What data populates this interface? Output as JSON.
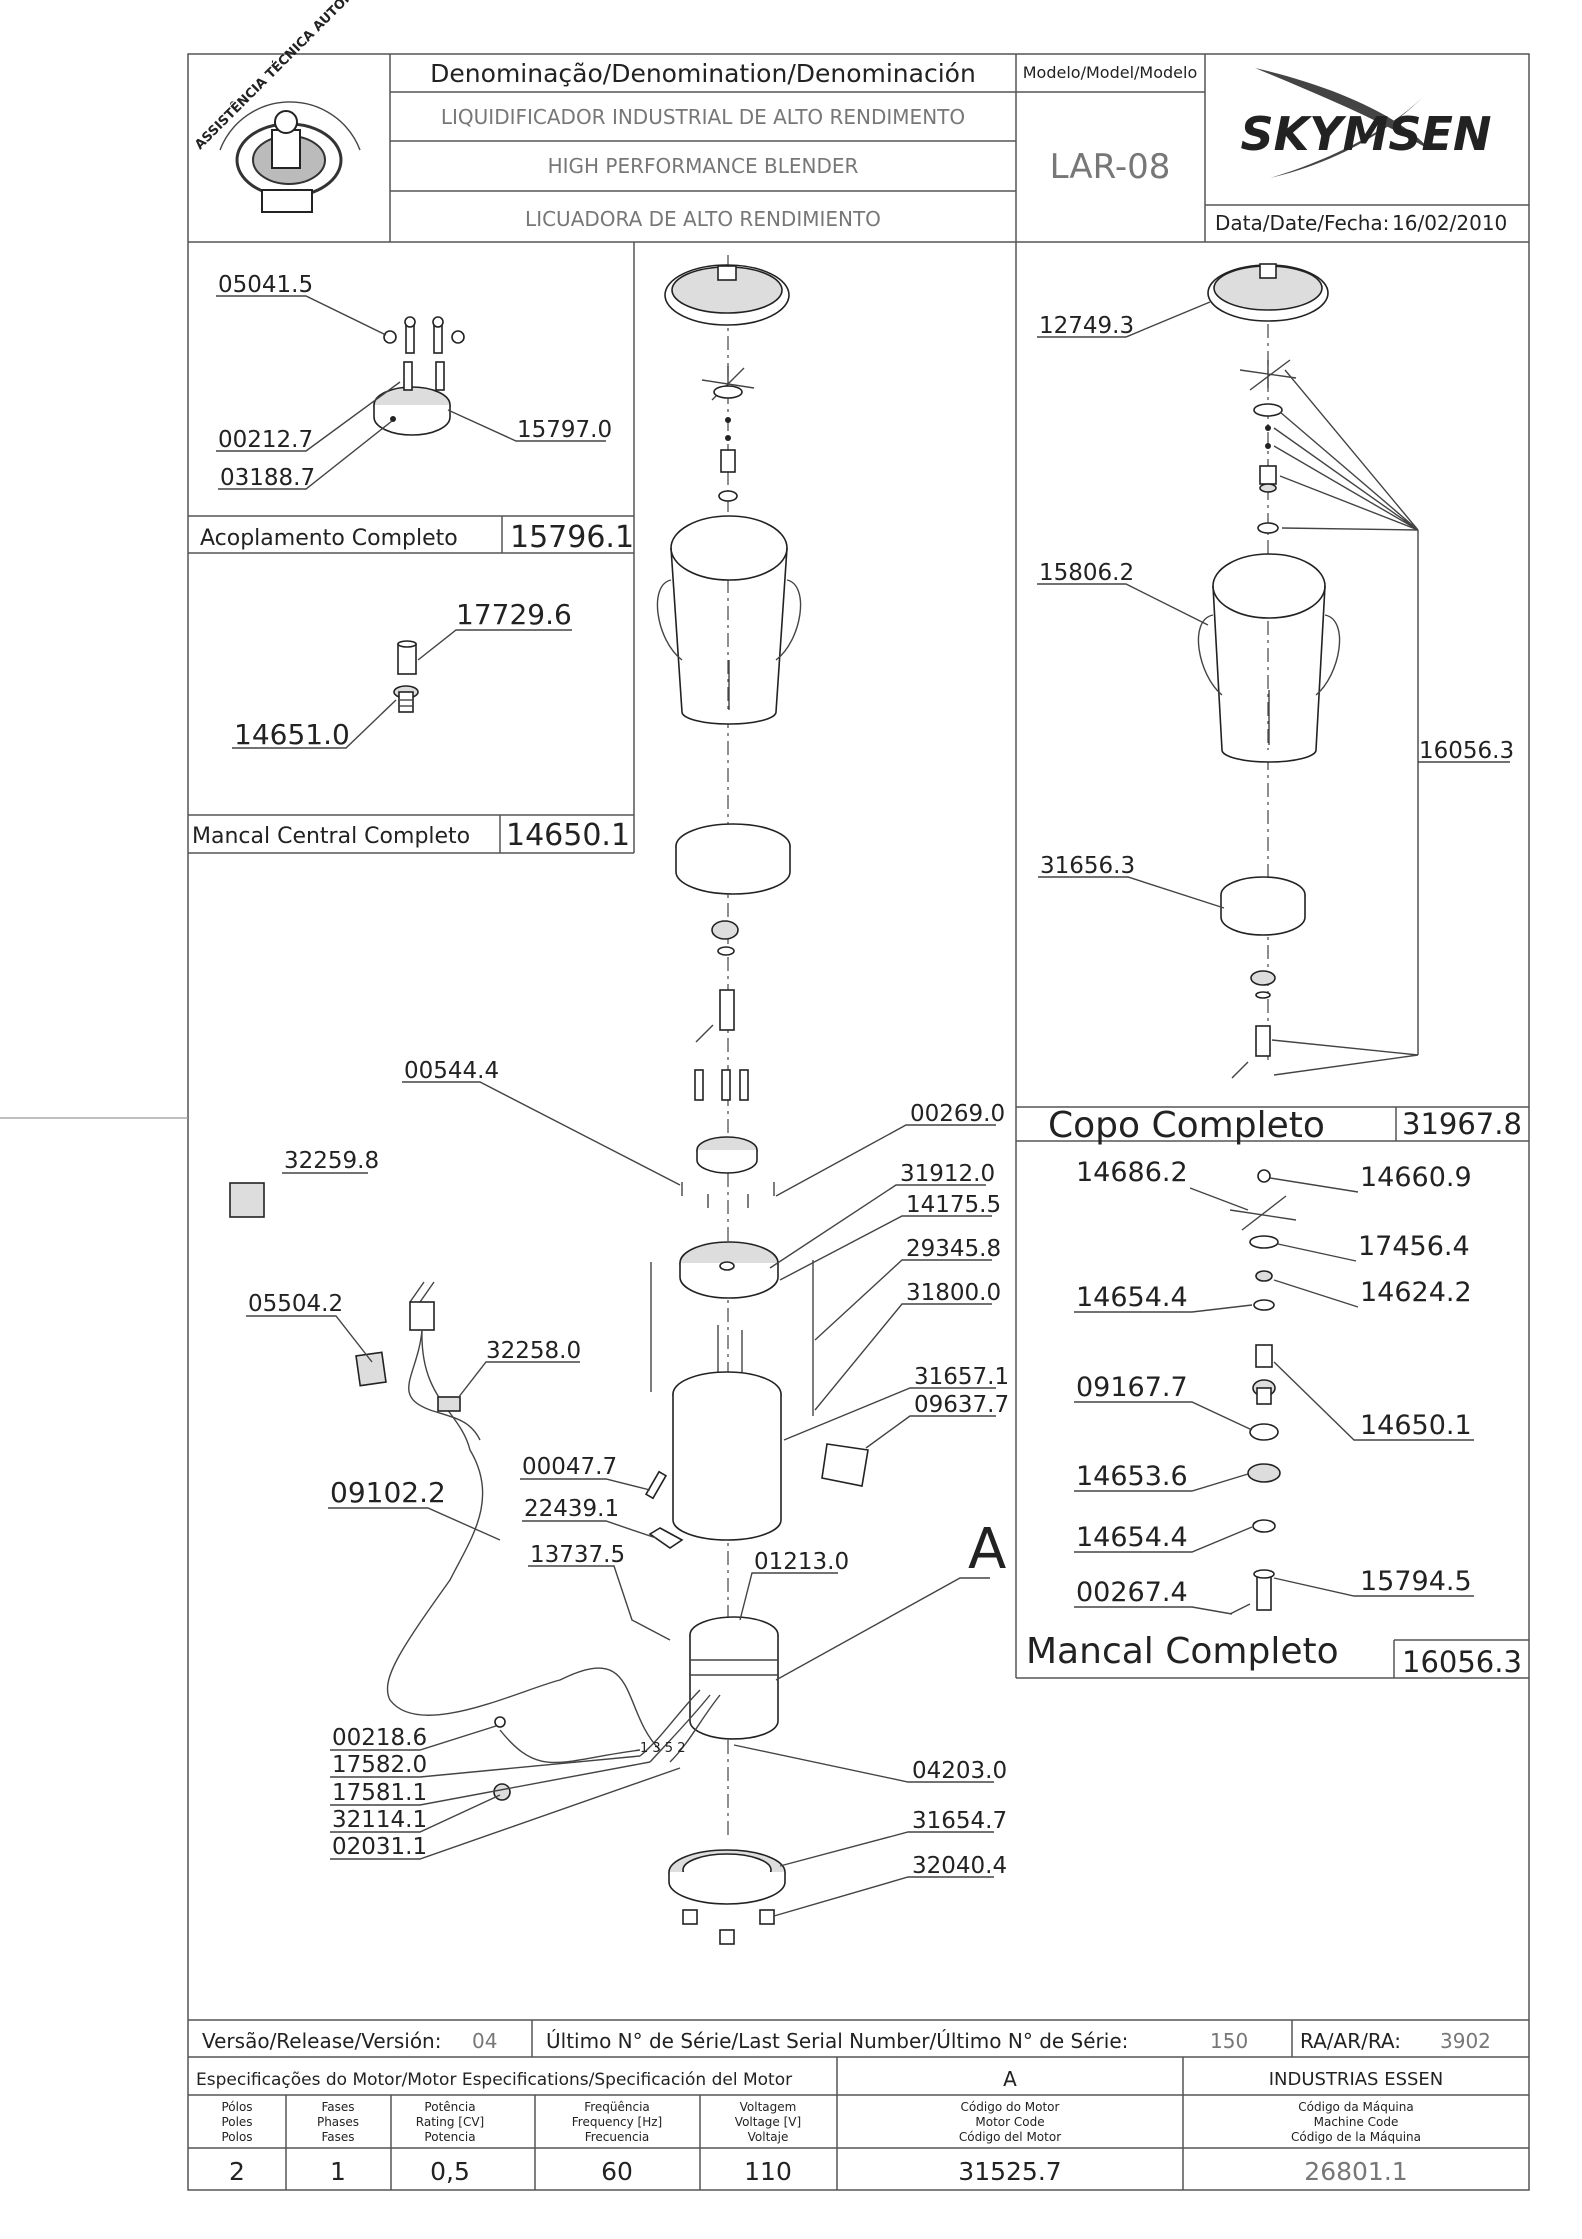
{
  "header": {
    "badge_text": "ASSISTÊNCIA TÉCNICA AUTORIZADA",
    "denomination_label": "Denominação/Denomination/Denominación",
    "name_pt": "LIQUIDIFICADOR INDUSTRIAL DE ALTO RENDIMENTO",
    "name_en": "HIGH PERFORMANCE BLENDER",
    "name_es": "LICUADORA DE ALTO RENDIMIENTO",
    "model_label": "Modelo/Model/Modelo",
    "model_value": "LAR-08",
    "brand": "SKYMSEN",
    "date_label": "Data/Date/Fecha:",
    "date_value": "16/02/2010"
  },
  "assemblies": {
    "coupling": {
      "label": "Acoplamento Completo",
      "code": "15796.1"
    },
    "central_bearing": {
      "label": "Mancal Central Completo",
      "code": "14650.1"
    },
    "cup": {
      "label": "Copo Completo",
      "code": "31967.8"
    },
    "bearing": {
      "label": "Mancal Completo",
      "code": "16056.3"
    }
  },
  "parts": {
    "coupling": [
      "05041.5",
      "00212.7",
      "03188.7",
      "15797.0"
    ],
    "central_bearing": [
      "17729.6",
      "14651.0"
    ],
    "cup": [
      "12749.3",
      "15806.2",
      "16056.3",
      "31656.3"
    ],
    "bearing": [
      "14686.2",
      "14660.9",
      "17456.4",
      "14654.4",
      "14624.2",
      "09167.7",
      "14650.1",
      "14653.6",
      "14654.4",
      "00267.4",
      "15794.5"
    ],
    "main_left": [
      "00544.4",
      "32259.8",
      "05504.2",
      "32258.0",
      "09102.2",
      "00047.7",
      "22439.1",
      "13737.5",
      "00218.6",
      "17582.0",
      "17581.1",
      "32114.1",
      "02031.1"
    ],
    "main_right": [
      "00269.0",
      "31912.0",
      "14175.5",
      "29345.8",
      "31800.0",
      "31657.1",
      "09637.7",
      "01213.0",
      "04203.0",
      "31654.7",
      "32040.4"
    ],
    "callout_letter": "A",
    "wire_numbers": "1 3 5 2"
  },
  "footer": {
    "release_label": "Versão/Release/Versión:",
    "release_value": "04",
    "serial_label": "Último N° de Série/Last Serial Number/Último N° de Série:",
    "serial_value": "150",
    "ra_label": "RA/AR/RA:",
    "ra_value": "3902",
    "motor_spec_label": "Especificações do Motor/Motor Especifications/Specificación del Motor",
    "motor_letter": "A",
    "manufacturer": "INDUSTRIAS ESSEN",
    "cols": {
      "poles": [
        "Pólos",
        "Poles",
        "Polos"
      ],
      "phases": [
        "Fases",
        "Phases",
        "Fases"
      ],
      "power": [
        "Potência",
        "Rating [CV]",
        "Potencia"
      ],
      "freq": [
        "Freqüência",
        "Frequency [Hz]",
        "Frecuencia"
      ],
      "voltage": [
        "Voltagem",
        "Voltage [V]",
        "Voltaje"
      ],
      "motor_code": [
        "Código do Motor",
        "Motor Code",
        "Código del Motor"
      ],
      "machine_code": [
        "Código da Máquina",
        "Machine Code",
        "Código de la Máquina"
      ]
    },
    "values": {
      "poles": "2",
      "phases": "1",
      "power": "0,5",
      "freq": "60",
      "voltage": "110",
      "motor_code": "31525.7",
      "machine_code": "26801.1"
    }
  }
}
